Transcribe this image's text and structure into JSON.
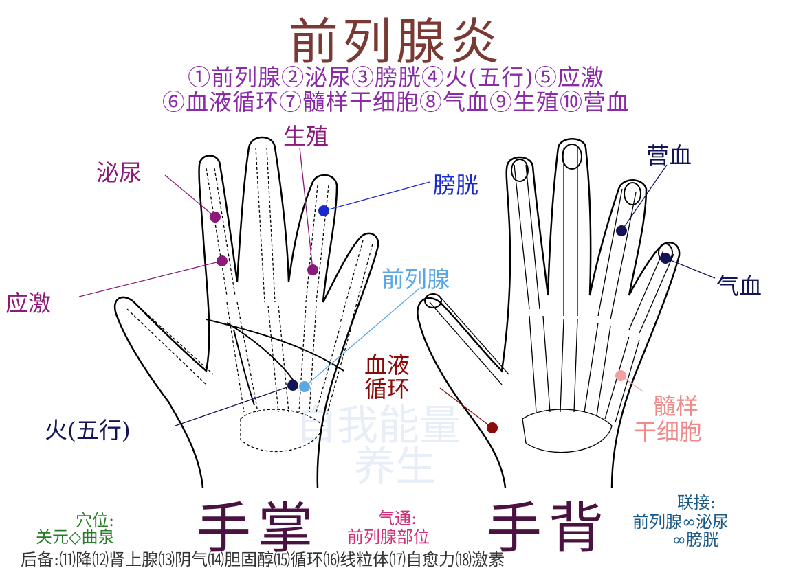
{
  "title": "前列腺炎",
  "legend": {
    "line1": "①前列腺②泌尿③膀胱④火(五行)⑤应激",
    "line2": "⑥血液循环⑦髓样干细胞⑧气血⑨生殖⑩营血"
  },
  "labels": {
    "miniao": "泌尿",
    "shengzhi": "生殖",
    "pangguang": "膀胱",
    "yingji": "应激",
    "qianliexian": "前列腺",
    "huo": "火(五行)",
    "xueye1": "血液",
    "xueye2": "循环",
    "yingxue": "营血",
    "qixue": "气血",
    "suiyang1": "髓样",
    "suiyang2": "干细胞"
  },
  "captions": {
    "palm": "手掌",
    "back": "手背"
  },
  "acupoint": {
    "label": "穴位:",
    "value": "关元◇曲泉"
  },
  "qitong": {
    "label": "气通:",
    "value": "前列腺部位"
  },
  "lianjie": {
    "label": "联接:",
    "line1": "前列腺∞泌尿",
    "line2": "∞膀胱"
  },
  "footer": "后备:⑾降⑿肾上腺⒀阴气⒁胆固醇⒂循环⒃线粒体⒄自愈力⒅激素",
  "watermark": {
    "line1": "自我能量",
    "line2": "养生"
  },
  "colors": {
    "title": "#7a3a33",
    "legend": "#8a2aa6",
    "purple_point": "#8b1a7a",
    "blue_point": "#1a2acc",
    "navy_point": "#121456",
    "light_blue_point": "#5aa7e6",
    "dark_red_point": "#8b0a0a",
    "pink_point": "#f4a0a0"
  }
}
